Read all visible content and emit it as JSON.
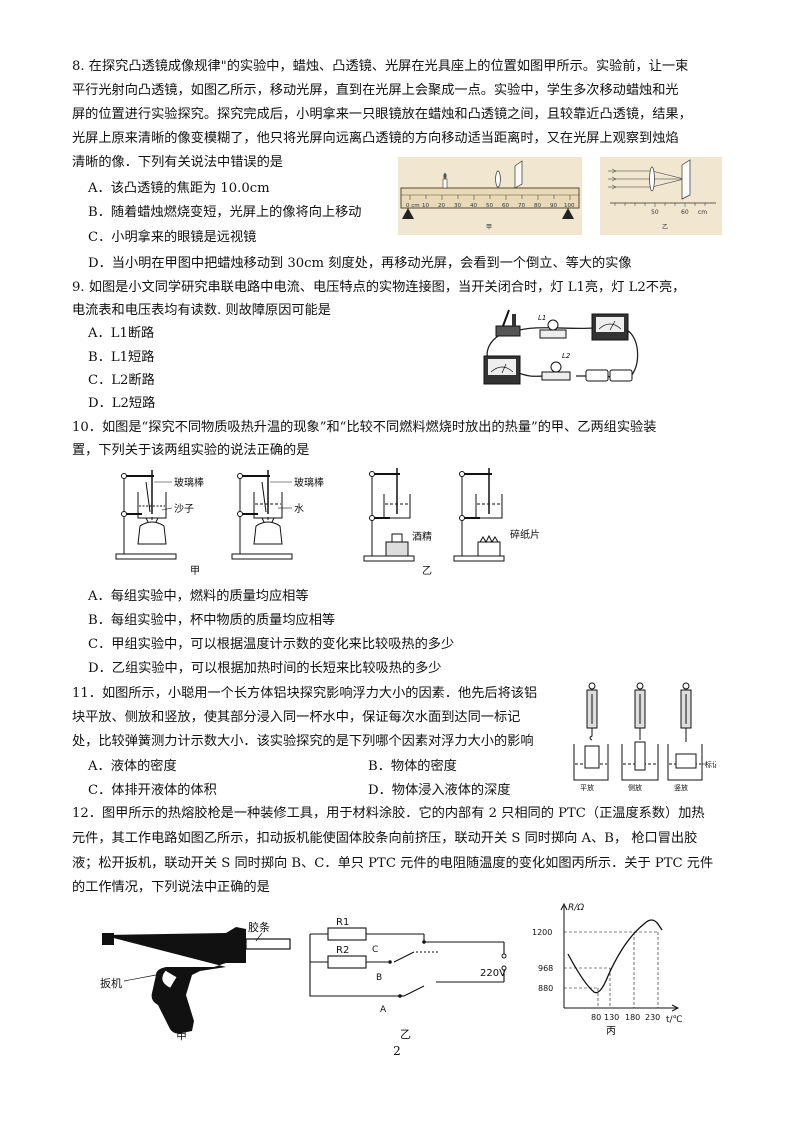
{
  "page_number": "2",
  "q8": {
    "lines": [
      "8. 在探究凸透镜成像规律\"的实验中，蜡烛、凸透镜、光屏在光具座上的位置如图甲所示。实验前，让一束",
      "平行光射向凸透镜，如图乙所示，移动光屏，直到在光屏上会聚成一点。实验中，学生多次移动蜡烛和光",
      "屏的位置进行实验探究。探究完成后，小明拿来一只眼镜放在蜡烛和凸透镜之间，且较靠近凸透镜，结果，",
      "光屏上原来清晰的像变模糊了，他只将光屏向远离凸透镜的方向移动适当距离时，又在光屏上观察到烛焰",
      "清晰的像．下列有关说法中错误的是"
    ],
    "options": [
      "A．该凸透镜的焦距为 10.0cm",
      "B．随着蜡烛燃烧变短，光屏上的像将向上移动",
      "C．小明拿来的眼镜是远视镜",
      "D．当小明在甲图中把蜡烛移动到 30cm 刻度处，再移动光屏，会看到一个倒立、等大的实像"
    ],
    "fig_jia": {
      "label": "甲",
      "unit": "0 cm",
      "ticks": [
        "10",
        "20",
        "30",
        "40",
        "50",
        "60",
        "70",
        "80",
        "90",
        "100"
      ]
    },
    "fig_yi": {
      "label": "乙",
      "ticks": [
        "50",
        "60",
        "cm"
      ]
    }
  },
  "q9": {
    "lines": [
      "9. 如图是小文同学研究串联电路中电流、电压特点的实物连接图，当开关闭合时，灯 L1亮，灯 L2不亮，",
      "电流表和电压表均有读数. 则故障原因可能是"
    ],
    "options": [
      "A．L1断路",
      "B．L1短路",
      "C．L2断路",
      "D．L2短路"
    ],
    "fig": {
      "l1": "L1",
      "l2": "L2"
    }
  },
  "q10": {
    "lines": [
      "10．如图是“探究不同物质吸热升温的现象”和“比较不同燃料燃烧时放出的热量”的甲、乙两组实验装",
      "置，下列关于该两组实验的说法正确的是"
    ],
    "fig": {
      "glass_rod_1": "玻璃棒",
      "sand": "沙子",
      "glass_rod_2": "玻璃棒",
      "water": "水",
      "alcohol": "酒精",
      "paper": "碎纸片",
      "jia": "甲",
      "yi": "乙"
    },
    "options": [
      "A．每组实验中，燃料的质量均应相等",
      "B．每组实验中，杯中物质的质量均应相等",
      "C．甲组实验中，可以根据温度计示数的变化来比较吸热的多少",
      "D．乙组实验中，可以根据加热时间的长短来比较吸热的多少"
    ]
  },
  "q11": {
    "lines": [
      "11．如图所示，小聪用一个长方体铝块探究影响浮力大小的因素．他先后将该铝",
      "块平放、侧放和竖放，使其部分浸入同一杯水中，保证每次水面到达同一标记",
      "处，比较弹簧测力计示数大小．该实验探究的是下列哪个因素对浮力大小的影响"
    ],
    "options": [
      "A．液体的密度",
      "B．物体的密度",
      "C．体排开液体的体积",
      "D．物体浸入液体的深度"
    ],
    "fig": {
      "flat": "平放",
      "side": "侧放",
      "upright": "竖放",
      "mark": "标记"
    }
  },
  "q12": {
    "lines": [
      "12．图甲所示的热熔胶枪是一种装修工具，用于材料涂胶．它的内部有 2 只相同的 PTC（正温度系数）加热",
      "元件，其工作电路如图乙所示，扣动扳机能使固体胶条向前挤压，联动开关 S 同时掷向 A、B，  枪口冒出胶",
      "液；松开扳机，联动开关 S 同时掷向 B、C．单只 PTC 元件的电阻随温度的变化如图丙所示．关于 PTC 元件",
      "的工作情况，下列说法中正确的是"
    ],
    "fig_jia": {
      "glue": "胶条",
      "trigger": "扳机",
      "label": "甲"
    },
    "fig_yi": {
      "r1": "R1",
      "r2": "R2",
      "c": "C",
      "b": "B",
      "a": "A",
      "voltage": "220V",
      "label": "乙"
    },
    "fig_bing": {
      "ylabel": "R/Ω",
      "xlabel": "t/℃",
      "yticks": [
        "1200",
        "968",
        "880"
      ],
      "xticks": [
        "80",
        "130",
        "180",
        "230"
      ],
      "label": "丙"
    }
  }
}
